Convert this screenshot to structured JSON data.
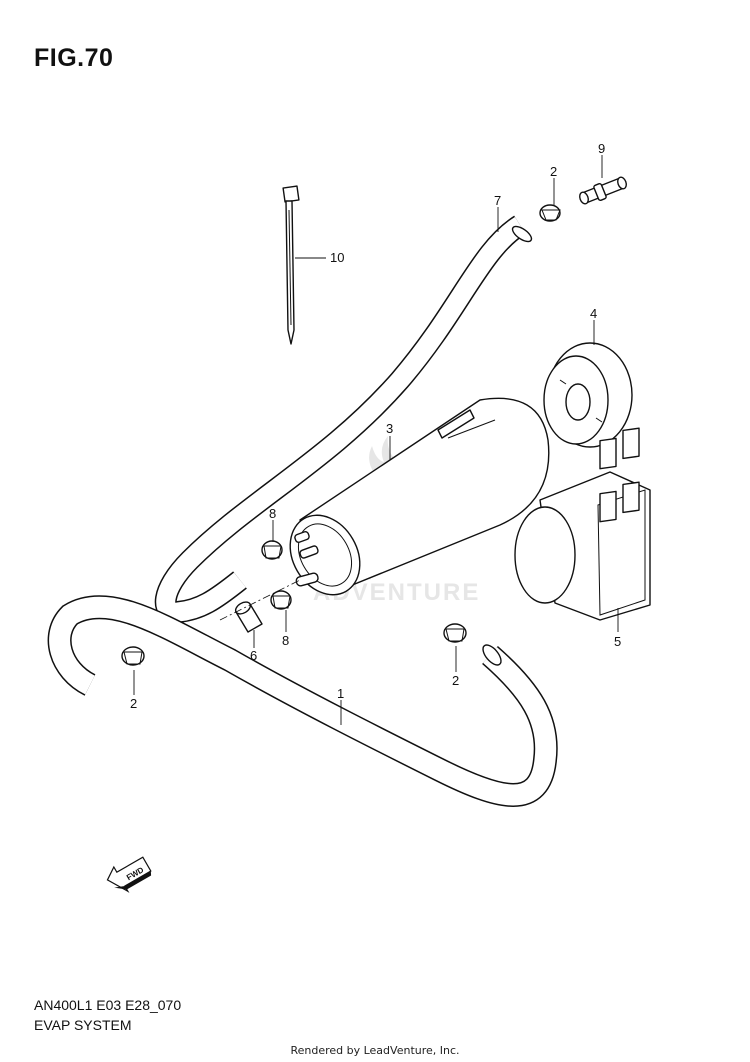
{
  "figure": {
    "title": "FIG.70",
    "diagram_code": "AN400L1 E03 E28_070",
    "diagram_name": "EVAP SYSTEM",
    "credit": "Rendered by LeadVenture, Inc.",
    "watermark_text": "ADVENTURE"
  },
  "callouts": {
    "hose_1": "1",
    "clamp_2_top": "2",
    "clamp_2_left": "2",
    "clamp_2_right": "2",
    "canister_3": "3",
    "cushion_4": "4",
    "cover_5": "5",
    "cap_6": "6",
    "hose_7": "7",
    "clamp_8_top": "8",
    "clamp_8_bottom": "8",
    "connector_9": "9",
    "tie_10": "10",
    "fwd_arrow": "FWD"
  },
  "colors": {
    "line": "#111111",
    "watermark": "#e4e4e4"
  }
}
